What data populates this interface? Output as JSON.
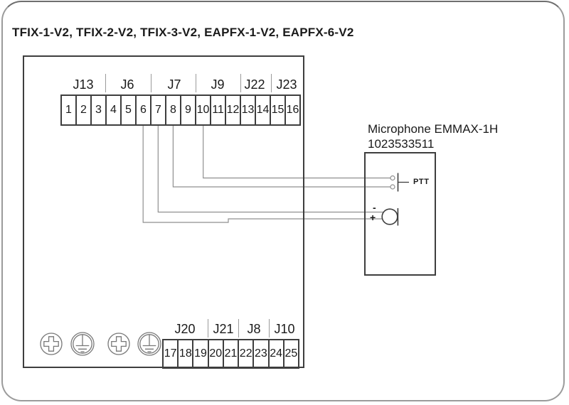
{
  "title": "TFIX-1-V2, TFIX-2-V2, TFIX-3-V2, EAPFX-1-V2, EAPFX-6-V2",
  "top_strip": {
    "groups": [
      {
        "label": "J13"
      },
      {
        "label": "J6"
      },
      {
        "label": "J7"
      },
      {
        "label": "J9"
      },
      {
        "label": "J22"
      },
      {
        "label": "J23"
      }
    ],
    "terminals": [
      "1",
      "2",
      "3",
      "4",
      "5",
      "6",
      "7",
      "8",
      "9",
      "10",
      "11",
      "12",
      "13",
      "14",
      "15",
      "16"
    ]
  },
  "bottom_strip": {
    "groups": [
      {
        "label": "J20"
      },
      {
        "label": "J21"
      },
      {
        "label": "J8"
      },
      {
        "label": "J10"
      }
    ],
    "terminals": [
      "17",
      "18",
      "19",
      "20",
      "21",
      "22",
      "23",
      "24",
      "25"
    ]
  },
  "microphone": {
    "name_line1": "Microphone EMMAX-1H",
    "name_line2": "1023533511",
    "ptt_label": "PTT",
    "minus_label": "-",
    "plus_label": "+"
  },
  "connections": [
    {
      "terminal": "10",
      "target": "ptt-contact-top"
    },
    {
      "terminal": "8",
      "target": "ptt-contact-bottom"
    },
    {
      "terminal": "7",
      "target": "microphone-minus"
    },
    {
      "terminal": "6",
      "target": "microphone-plus"
    }
  ],
  "symbols": [
    "screw-terminal",
    "protective-earth",
    "screw-terminal",
    "protective-earth"
  ],
  "colors": {
    "line_dark": "#3e3e3e",
    "wire_gray": "#8f8f8f",
    "tick_gray": "#9a9a9a",
    "symbol_gray": "#787878",
    "page_border": "#9b9b9b"
  }
}
